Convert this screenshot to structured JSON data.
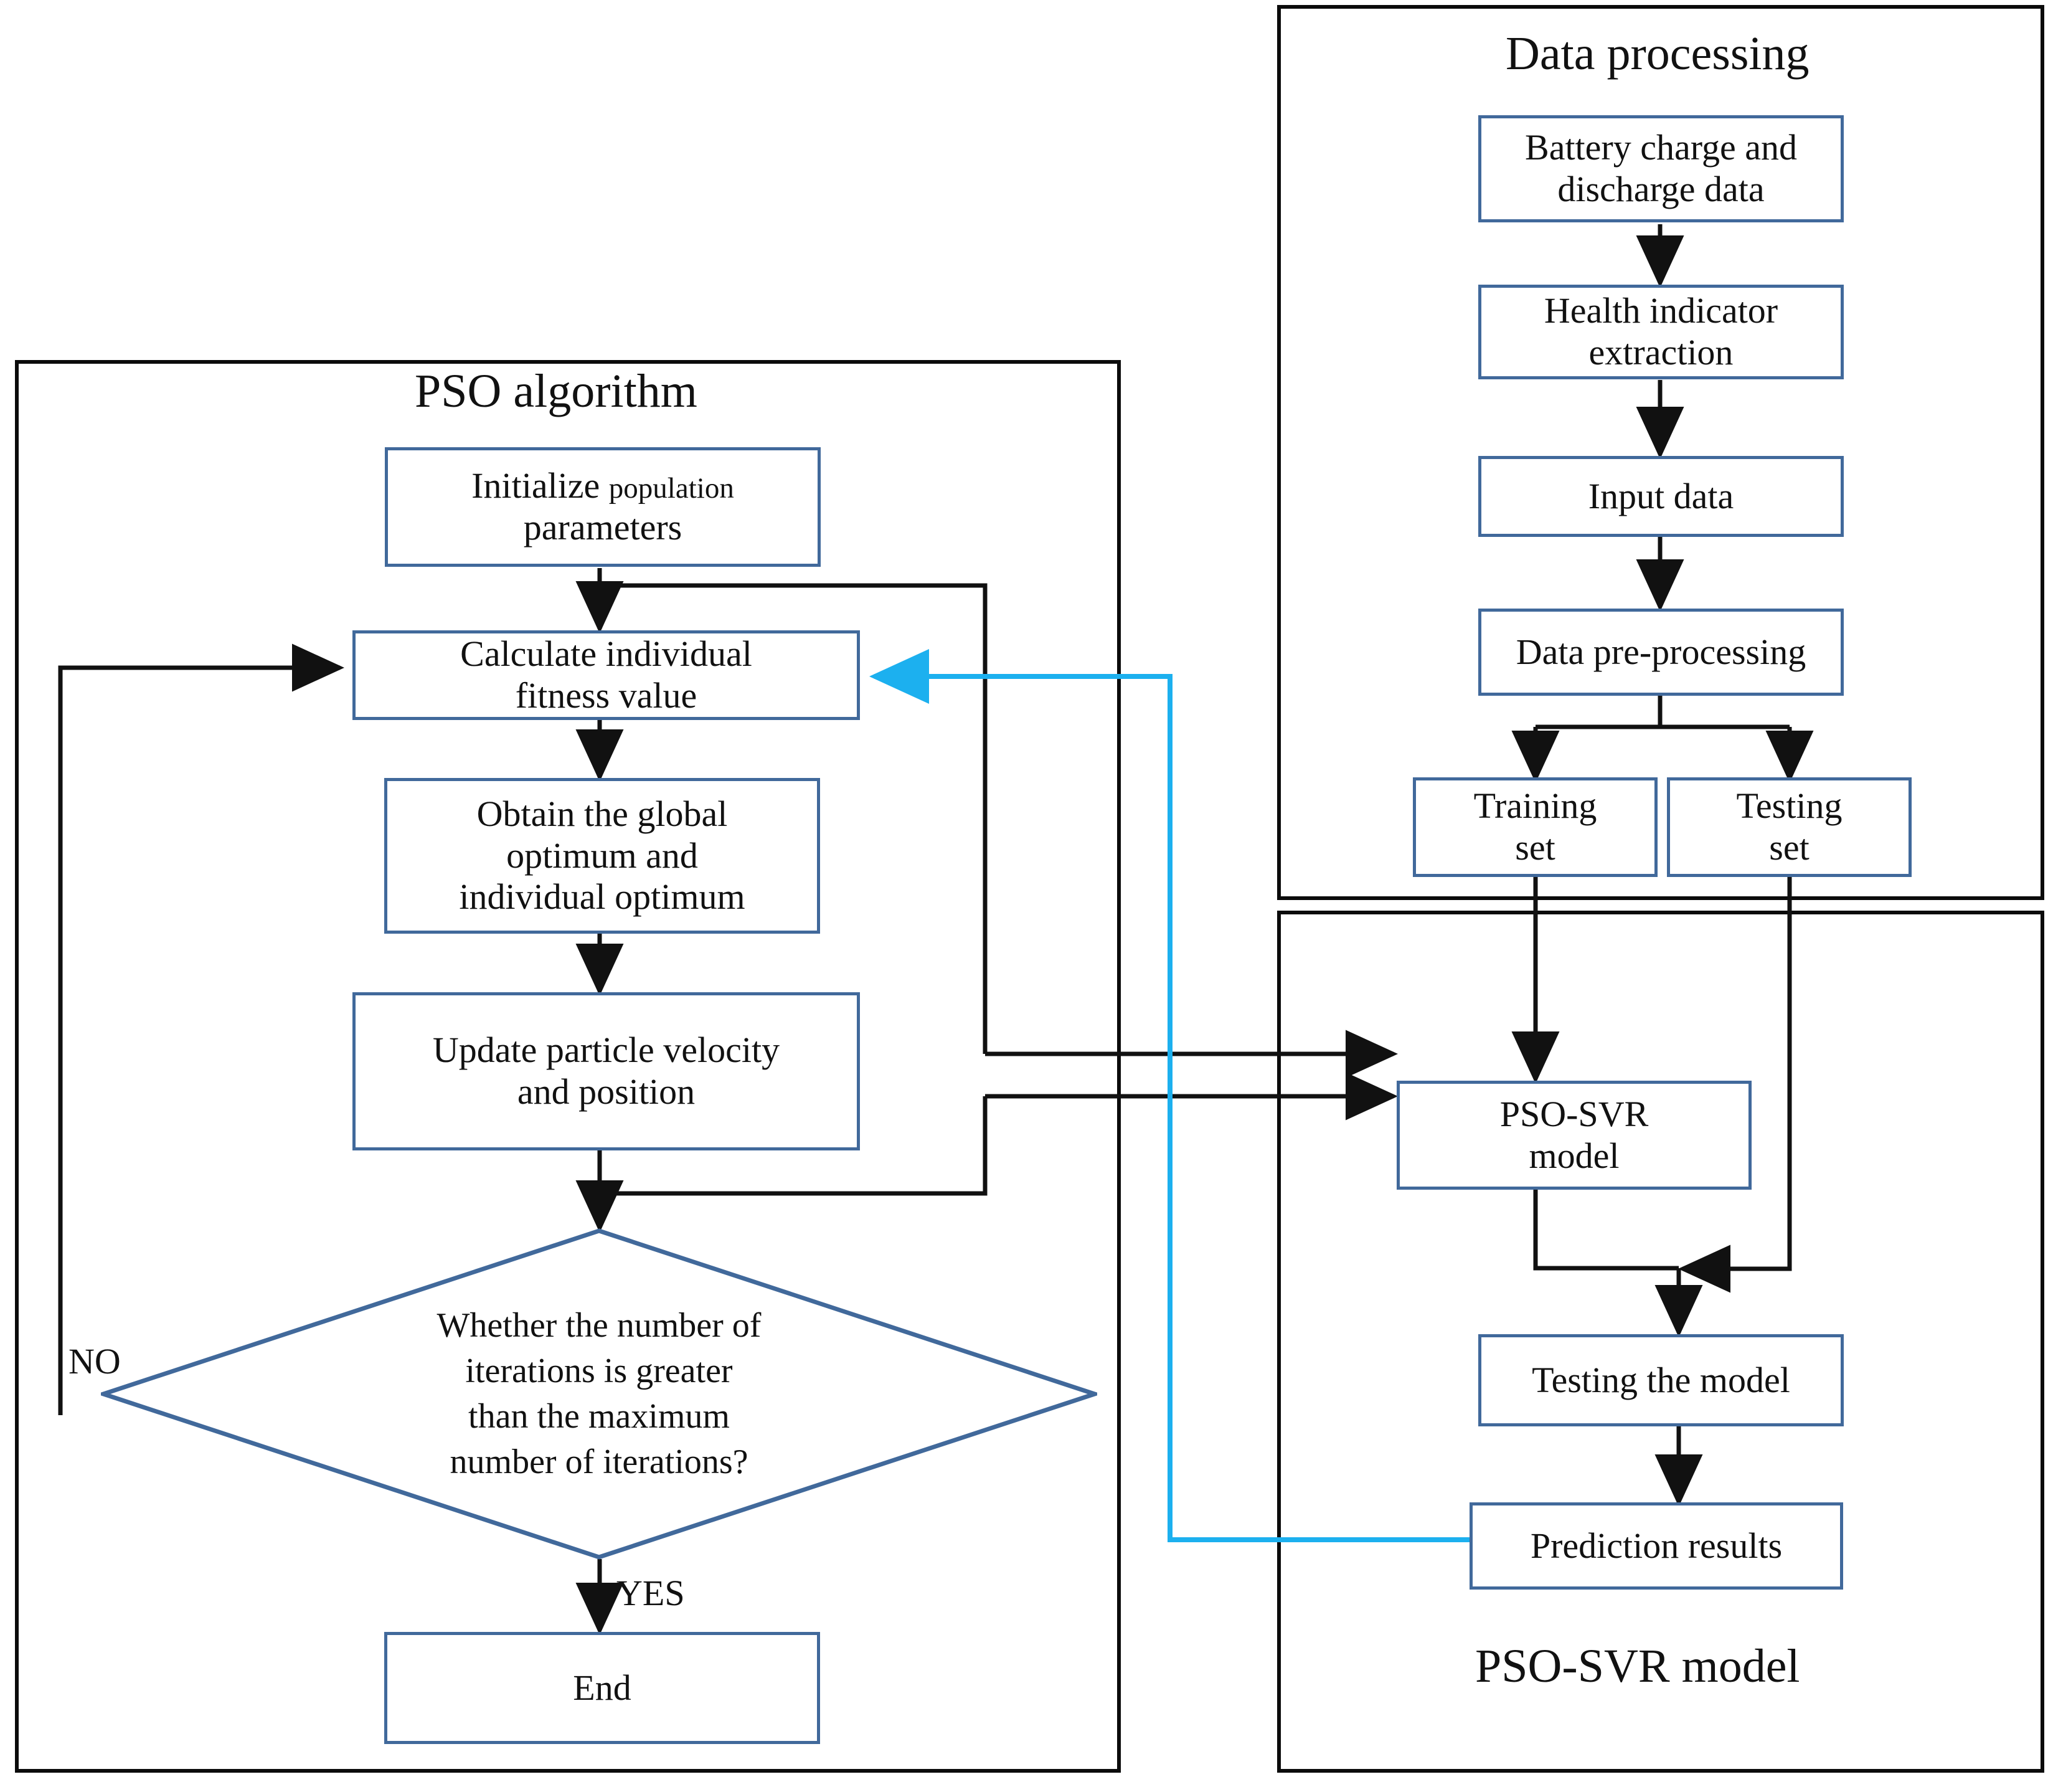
{
  "colors": {
    "node_border": "#41699b",
    "panel_border": "#0b0b0b",
    "arrow_black": "#111111",
    "arrow_cyan": "#1cb0ef",
    "background": "#ffffff"
  },
  "panels": {
    "pso_algorithm": {
      "title": "PSO algorithm"
    },
    "data_processing": {
      "title": "Data processing"
    },
    "pso_svr_model": {
      "title": "PSO-SVR model"
    }
  },
  "pso_algorithm": {
    "nodes": {
      "initialize": {
        "line1": "Initialize",
        "line1_small": "population",
        "line2": "parameters"
      },
      "calculate_fitness": {
        "line1": "Calculate individual",
        "line2": "fitness value"
      },
      "obtain_optimum": {
        "line1": "Obtain the global",
        "line2": "optimum and",
        "line3": "individual optimum"
      },
      "update_particle": {
        "line1": "Update particle velocity",
        "line2": "and position"
      },
      "decision": {
        "line1": "Whether the number of",
        "line2": "iterations is greater",
        "line3": "than the maximum",
        "line4": "number of iterations?"
      },
      "end": {
        "label": "End"
      }
    },
    "edge_labels": {
      "no": "NO",
      "yes": "YES"
    }
  },
  "data_processing": {
    "nodes": {
      "battery_data": {
        "line1": "Battery charge and",
        "line2": "discharge data"
      },
      "health_indicator": {
        "line1": "Health indicator",
        "line2": "extraction"
      },
      "input_data": {
        "label": "Input data"
      },
      "data_preprocessing": {
        "label": "Data pre-processing"
      },
      "training_set": {
        "line1": "Training",
        "line2": "set"
      },
      "testing_set": {
        "line1": "Testing",
        "line2": "set"
      }
    }
  },
  "pso_svr_model": {
    "nodes": {
      "pso_svr": {
        "line1": "PSO-SVR",
        "line2": "model"
      },
      "testing_the_model": {
        "label": "Testing the model"
      },
      "prediction_results": {
        "label": "Prediction results"
      }
    }
  }
}
